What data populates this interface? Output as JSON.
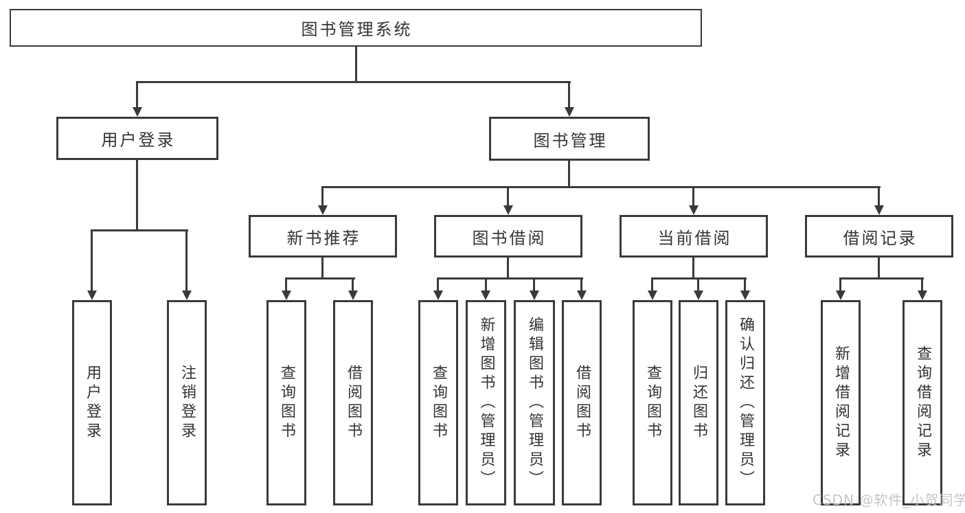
{
  "diagram_type": "hierarchy-tree",
  "colors": {
    "line": "#3a3a3a",
    "text": "#333333",
    "box_background": "#ffffff",
    "watermark": "#c6c6c6"
  },
  "tree": {
    "root": {
      "label": "图书管理系统"
    },
    "branches": [
      {
        "label": "用户登录",
        "children": [
          {
            "label": "用户登录"
          },
          {
            "label": "注销登录"
          }
        ]
      },
      {
        "label": "图书管理",
        "children": [
          {
            "label": "新书推荐",
            "children": [
              {
                "label": "查询图书"
              },
              {
                "label": "借阅图书"
              }
            ]
          },
          {
            "label": "图书借阅",
            "children": [
              {
                "label": "查询图书"
              },
              {
                "label": "新增图书（管理员）"
              },
              {
                "label": "编辑图书（管理员）"
              },
              {
                "label": "借阅图书"
              }
            ]
          },
          {
            "label": "当前借阅",
            "children": [
              {
                "label": "查询图书"
              },
              {
                "label": "归还图书"
              },
              {
                "label": "确认归还（管理员）"
              }
            ]
          },
          {
            "label": "借阅记录",
            "children": [
              {
                "label": "新增借阅记录"
              },
              {
                "label": "查询借阅记录"
              }
            ]
          }
        ]
      }
    ]
  },
  "watermark": {
    "text": "CSDN @软件_小贺同学"
  }
}
